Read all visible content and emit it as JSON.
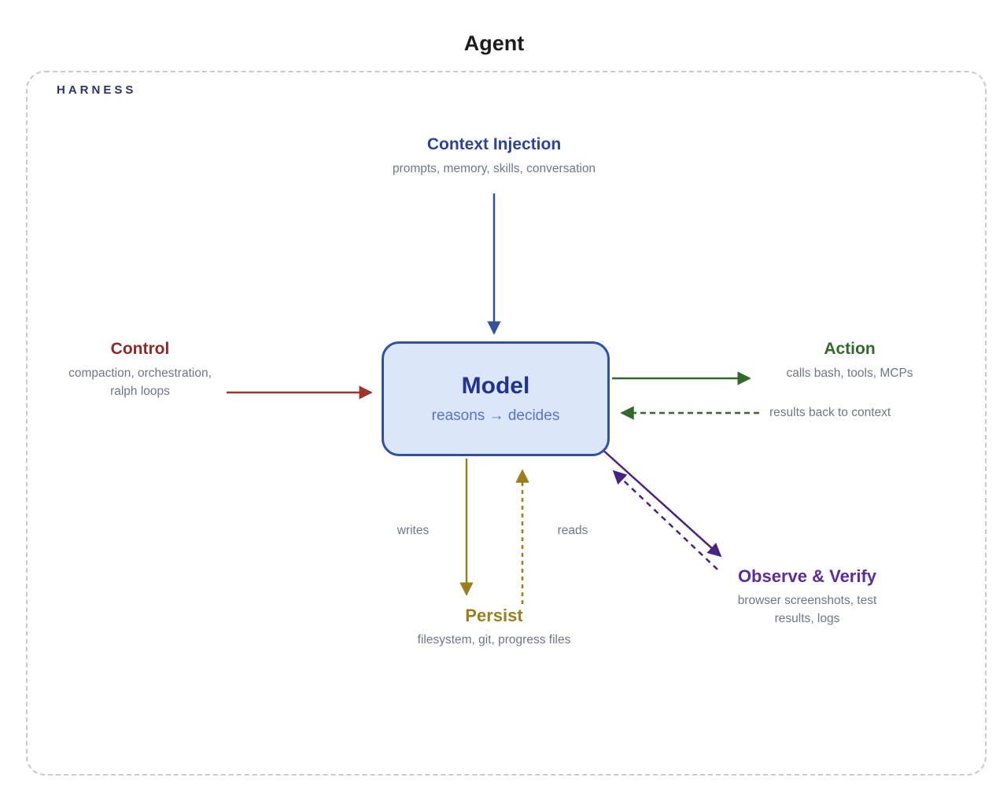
{
  "title": "Agent",
  "colors": {
    "ink": "#1c1c1e",
    "navy": "#2b3560",
    "blue": "#2c4494",
    "blue-arrow": "#33519f",
    "model-fill": "#dbe6f8",
    "model-border": "#3050a8",
    "model-title": "#20348f",
    "model-subtitle": "#5873ca",
    "maroon": "#8e2a2a",
    "red-arrow": "#9b372f",
    "green": "#33682c",
    "olive": "#99801f",
    "purple": "#5e2c9c",
    "purple-arrow": "#4a2080",
    "muted": "#6e7788",
    "border-dash": "#c9cacd"
  },
  "harness": {
    "label": "HARNESS"
  },
  "nodes": {
    "context_injection": {
      "title": "Context Injection",
      "subtitle": "prompts, memory, skills, conversation"
    },
    "control": {
      "title": "Control",
      "subtitle_line1": "compaction, orchestration,",
      "subtitle_line2": "ralph loops"
    },
    "model": {
      "title": "Model",
      "subtitle": "reasons → decides"
    },
    "action": {
      "title": "Action",
      "subtitle": "calls bash, tools, MCPs"
    },
    "action_return": {
      "label": "results back to context"
    },
    "persist": {
      "title": "Persist",
      "subtitle": "filesystem, git, progress files"
    },
    "persist_write": {
      "label": "writes"
    },
    "persist_read": {
      "label": "reads"
    },
    "observe": {
      "title": "Observe & Verify",
      "subtitle_line1": "browser screenshots, test",
      "subtitle_line2": "results, logs"
    }
  }
}
